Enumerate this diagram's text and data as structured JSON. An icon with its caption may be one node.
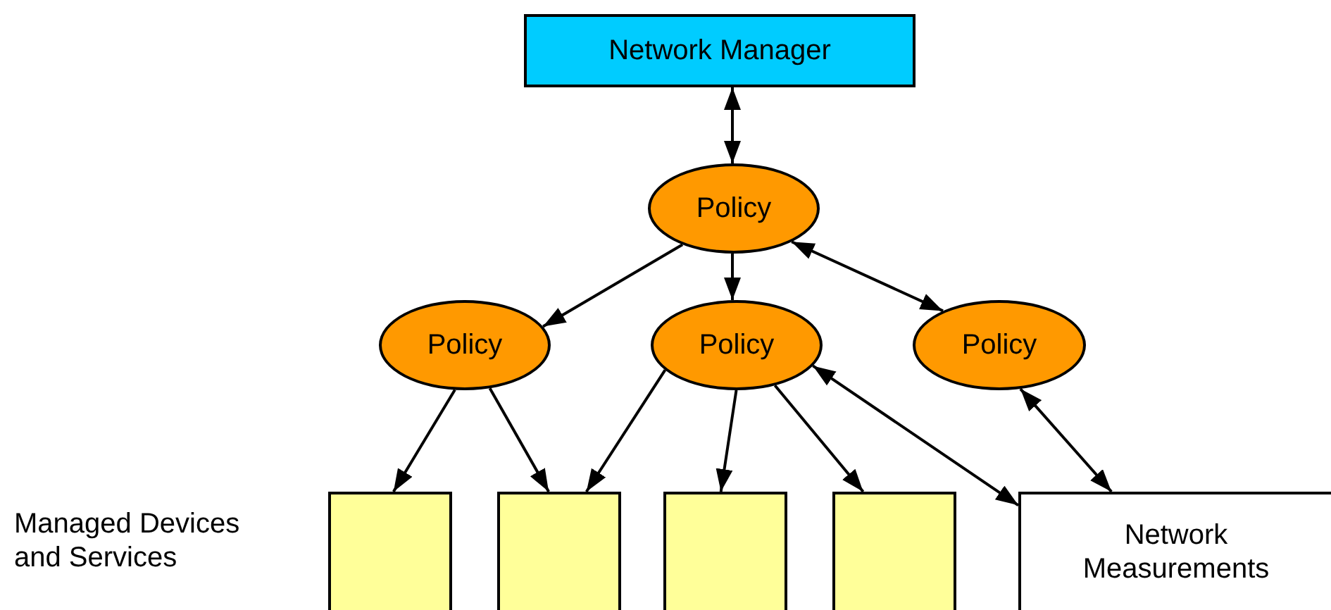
{
  "diagram": {
    "nodes": [
      {
        "text": [
          "Network Manager"
        ]
      },
      {
        "text": [
          "Policy"
        ]
      },
      {
        "text": [
          "Policy"
        ]
      },
      {
        "text": [
          "Policy"
        ]
      },
      {
        "text": [
          "Policy"
        ]
      },
      {
        "text": [],
        "shape": "box"
      },
      {
        "text": [],
        "shape": "box"
      },
      {
        "text": [],
        "shape": "box"
      },
      {
        "text": [],
        "shape": "box"
      },
      {
        "text": [
          "Network Measurements"
        ]
      }
    ],
    "edges": [
      {
        "from": 0,
        "to": 1,
        "arrow": "both"
      },
      {
        "from": 1,
        "to": 2,
        "arrow": "to"
      },
      {
        "from": 1,
        "to": 3,
        "arrow": "to"
      },
      {
        "from": 1,
        "to": 4,
        "arrow": "both"
      },
      {
        "from": 2,
        "to": 5,
        "arrow": "to"
      },
      {
        "from": 2,
        "to": 6,
        "arrow": "to"
      },
      {
        "from": 3,
        "to": 6,
        "arrow": "to"
      },
      {
        "from": 3,
        "to": 7,
        "arrow": "to"
      },
      {
        "from": 3,
        "to": 8,
        "arrow": "to"
      },
      {
        "from": 3,
        "to": 9,
        "arrow": "both"
      },
      {
        "from": 4,
        "to": 9,
        "arrow": "both"
      }
    ],
    "labels": [
      "Managed Devices and Services"
    ]
  }
}
